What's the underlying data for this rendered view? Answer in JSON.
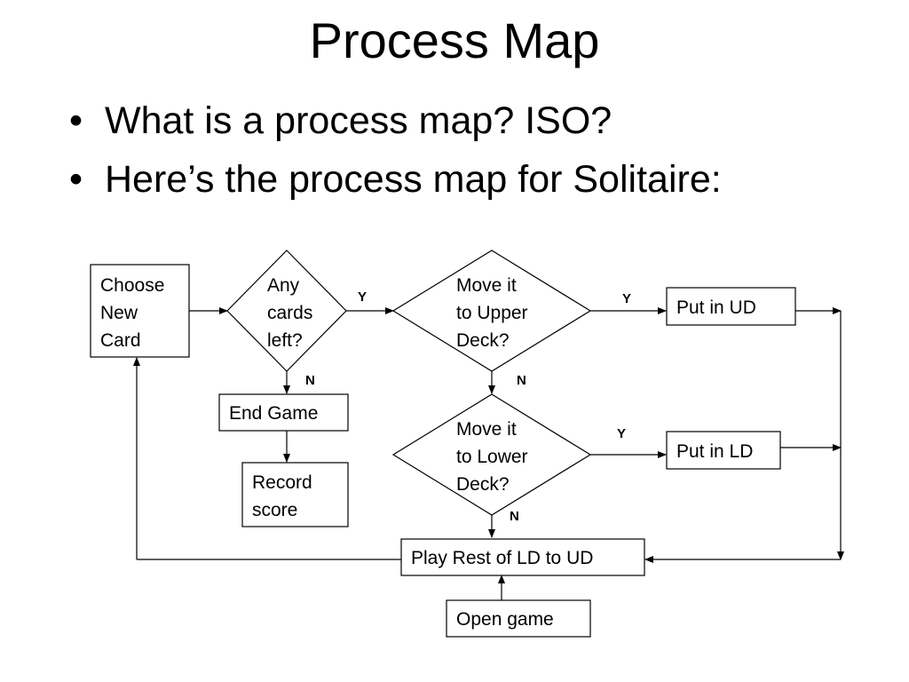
{
  "title": "Process Map",
  "bullets": [
    "What is a process map? ISO?",
    "Here’s the process map for Solitaire:"
  ],
  "bullet_glyph": "•",
  "diagram": {
    "nodes": {
      "choose_new_card": [
        "Choose",
        "New",
        "Card"
      ],
      "any_cards_left": [
        "Any",
        "cards",
        "left?"
      ],
      "move_upper": [
        "Move it",
        "to Upper",
        "Deck?"
      ],
      "put_in_ud": [
        "Put in UD"
      ],
      "end_game": [
        "End Game"
      ],
      "record_score": [
        "Record",
        "score"
      ],
      "move_lower": [
        "Move it",
        "to Lower",
        "Deck?"
      ],
      "put_in_ld": [
        "Put in LD"
      ],
      "play_rest": [
        "Play Rest of LD to UD"
      ],
      "open_game": [
        "Open game"
      ]
    },
    "labels": {
      "yes": "Y",
      "no": "N"
    }
  }
}
